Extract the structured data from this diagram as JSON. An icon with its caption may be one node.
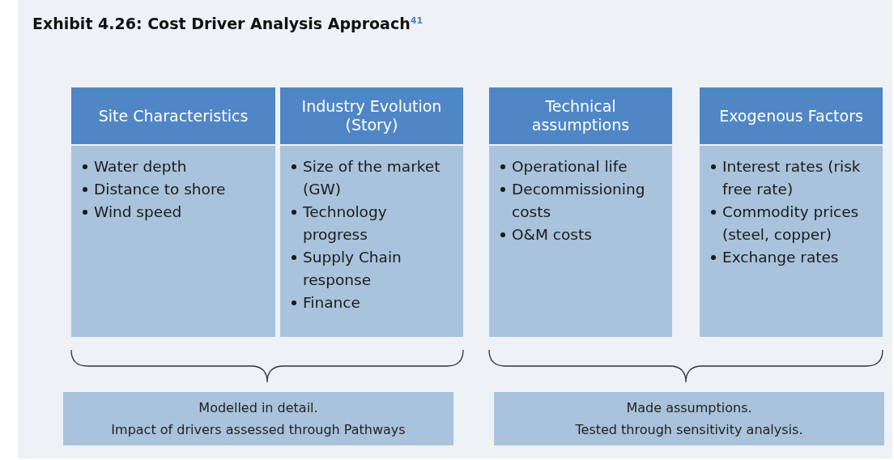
{
  "diagram": {
    "title": "Exhibit 4.26: Cost Driver Analysis Approach$^{41}$",
    "nodes": [
      {
        "text": [
          "Site Characteristics",
          "Water depth",
          "Distance to shore",
          "Wind speed"
        ]
      },
      {
        "text": [
          "Industry Evolution (Story)",
          "Size of the market (GW)",
          "Technology progress",
          "Supply Chain response",
          "Finance"
        ]
      },
      {
        "text": [
          "Technical assumptions",
          "Operational life",
          "Decommissioning costs",
          "O&M costs"
        ]
      },
      {
        "text": [
          "Exogenous Factors",
          "Interest rates (risk free rate)",
          "Commodity prices (steel, copper)",
          "Exchange rates"
        ]
      },
      {
        "text": [
          "Modelled in detail.",
          "Impact of drivers assessed through Pathways"
        ]
      },
      {
        "text": [
          "Made assumptions.",
          "Tested through sensitivity analysis."
        ]
      }
    ]
  }
}
